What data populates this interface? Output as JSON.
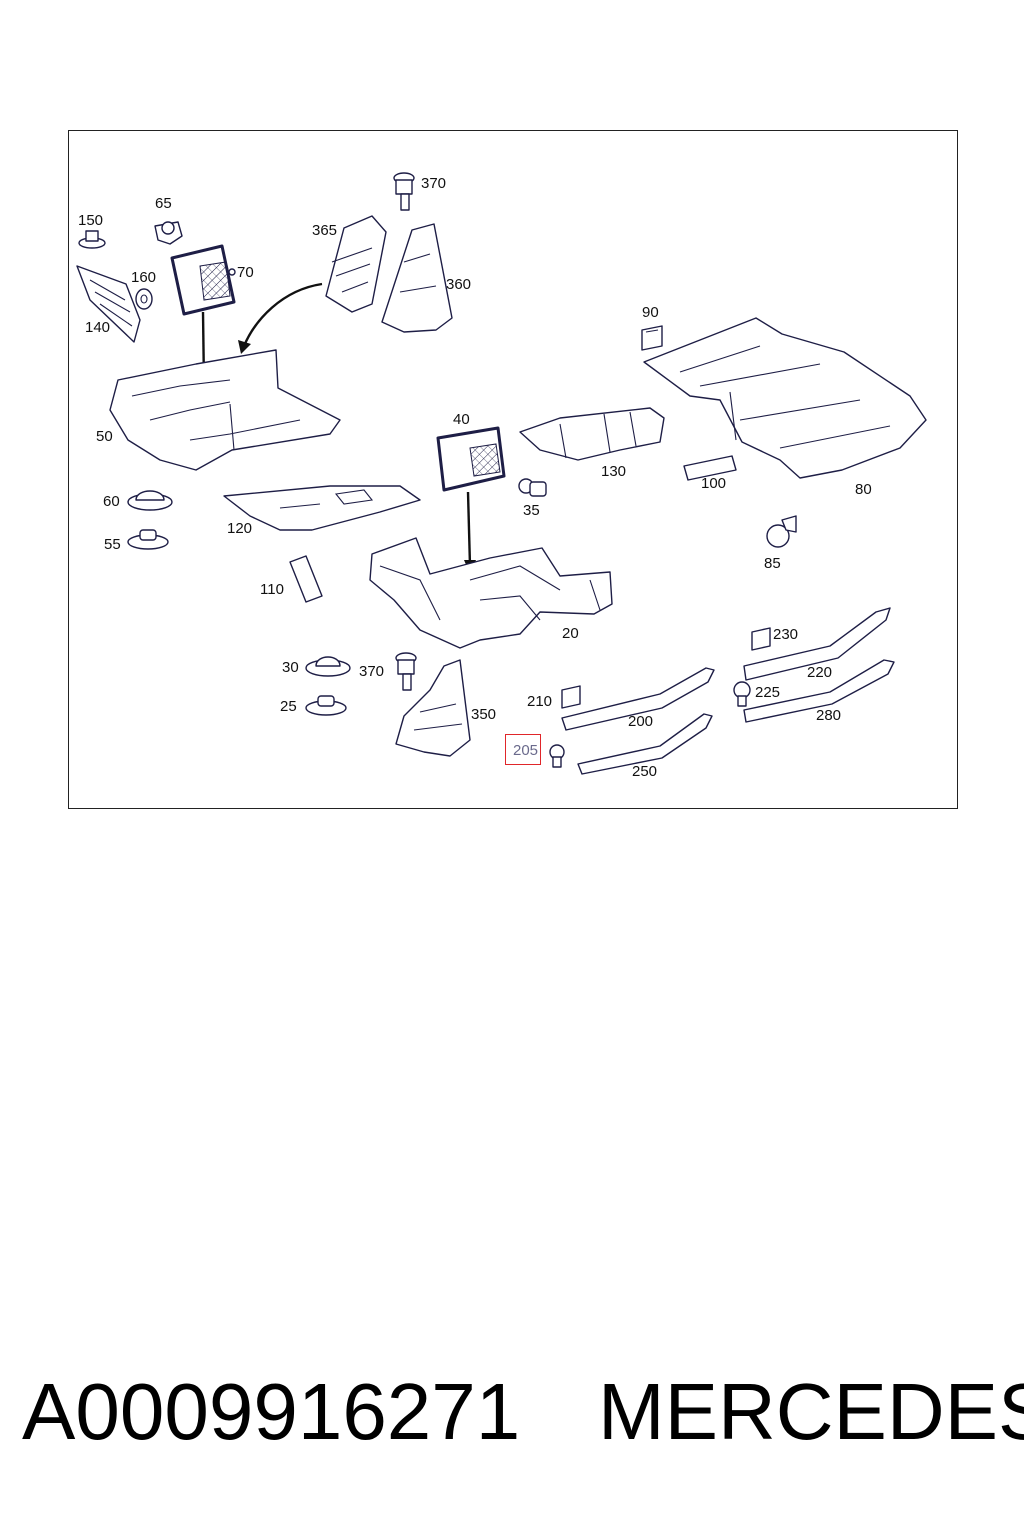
{
  "diagram": {
    "callouts": [
      "150",
      "65",
      "370",
      "365",
      "360",
      "160",
      "70",
      "140",
      "90",
      "50",
      "40",
      "130",
      "100",
      "80",
      "60",
      "35",
      "120",
      "55",
      "85",
      "110",
      "20",
      "230",
      "30",
      "370",
      "220",
      "225",
      "210",
      "200",
      "280",
      "25",
      "350",
      "205",
      "250"
    ],
    "highlighted": "205"
  },
  "footer": {
    "part_number": "A0009916271",
    "brand": "MERCEDES"
  }
}
